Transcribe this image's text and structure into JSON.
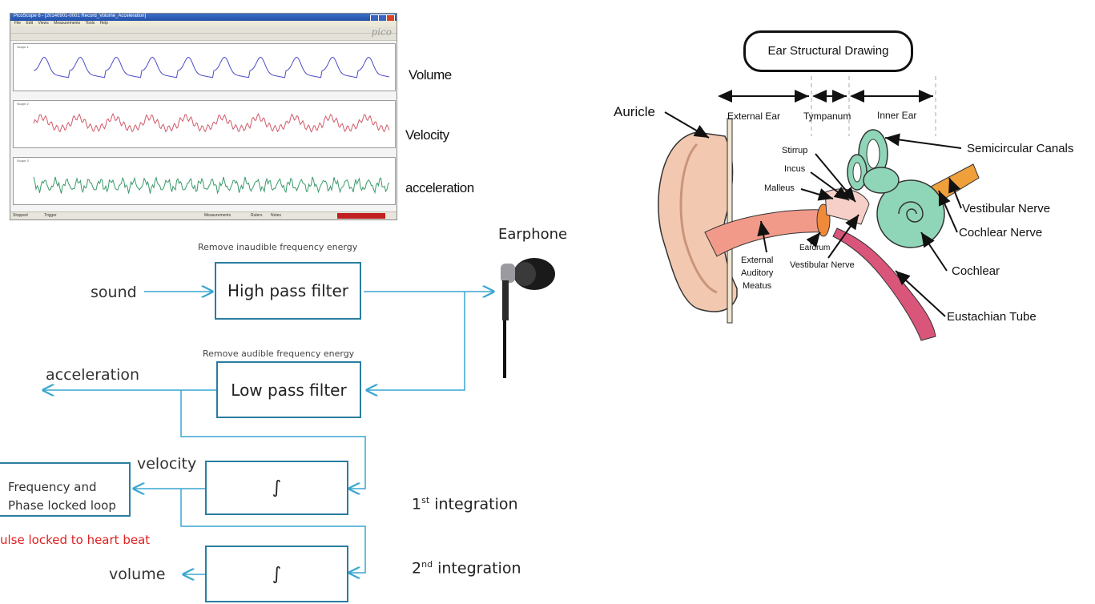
{
  "scope": {
    "window_title": "PicoScope 6 - [20140901-0001 Record_Volume_Acceleration]",
    "menu": [
      "File",
      "Edit",
      "Views",
      "Measurements",
      "Tools",
      "Help"
    ],
    "brand": "pico",
    "panels": [
      {
        "title": "Scope 1",
        "color": "#4a4ac8"
      },
      {
        "title": "Scope 2",
        "color": "#d05a6a"
      },
      {
        "title": "Scope 3",
        "color": "#3a9a6a"
      }
    ],
    "status": {
      "stopped": "Stopped",
      "trigger": "Trigger",
      "measurements": "Measurements",
      "rulers": "Rulers",
      "notes": "Notes"
    }
  },
  "wave_labels": {
    "volume": "Volume",
    "velocity": "Velocity",
    "acceleration": "acceleration"
  },
  "flow": {
    "sound": "sound",
    "hpf_caption": "Remove inaudible frequency energy",
    "hpf": "High pass filter",
    "earphone": "Earphone",
    "lpf_caption": "Remove audible frequency energy",
    "lpf": "Low pass filter",
    "acceleration": "acceleration",
    "velocity": "velocity",
    "integral_symbol": "∫",
    "fpl_line1": "Frequency and",
    "fpl_line2": "Phase locked loop",
    "pulse": "ulse locked to heart beat",
    "volume": "volume",
    "first_integration": "integration",
    "first_sup": "st",
    "first_num": "1",
    "second_integration": "integration",
    "second_sup": "nd",
    "second_num": "2",
    "line_color": "#3aa6d0",
    "pulse_color": "#e02020"
  },
  "ear": {
    "title": "Ear Structural Drawing",
    "auricle": "Auricle",
    "external_ear": "External Ear",
    "tympanum": "Tympanum",
    "inner_ear": "Inner Ear",
    "stirrup": "Stirrup",
    "incus": "Incus",
    "malleus": "Malleus",
    "semicircular": "Semicircular Canals",
    "vestibular_nerve": "Vestibular Nerve",
    "cochlear_nerve": "Cochlear Nerve",
    "eardrum": "Eardrum",
    "vestibular_nerve_small": "Vestibular Nerve",
    "meatus1": "External",
    "meatus2": "Auditory",
    "meatus3": "Meatus",
    "cochlear": "Cochlear",
    "eustachian": "Eustachian Tube"
  }
}
